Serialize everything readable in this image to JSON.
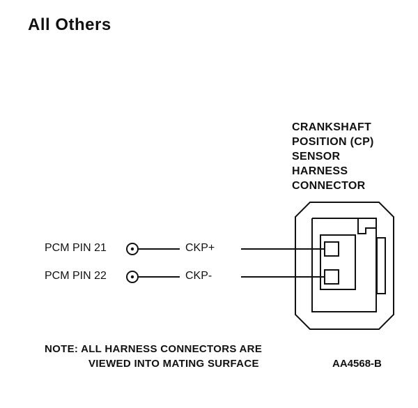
{
  "title": "All Others",
  "sensor_label": [
    "CRANKSHAFT",
    "POSITION (CP)",
    "SENSOR",
    "HARNESS",
    "CONNECTOR"
  ],
  "pins": [
    {
      "label": "PCM PIN 21",
      "signal": "CKP+"
    },
    {
      "label": "PCM PIN 22",
      "signal": "CKP-"
    }
  ],
  "note": {
    "line1": "NOTE: ALL HARNESS CONNECTORS ARE",
    "line2": "VIEWED INTO MATING SURFACE"
  },
  "ref_code": "AA4568-B"
}
